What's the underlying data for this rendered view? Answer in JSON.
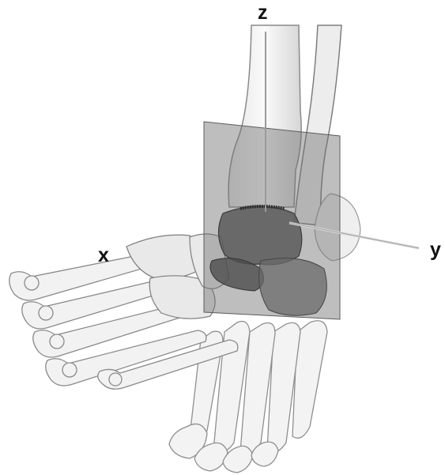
{
  "figure": {
    "axes": {
      "z": "z",
      "x": "x",
      "y": "y"
    },
    "colors": {
      "background": "#ffffff",
      "bone_fill": "#f2f2f2",
      "bone_stroke": "#8a8a8a",
      "plane_fill": "#6e6e6e",
      "talus_fill": "#5a5a5a",
      "axis_line": "#9a9a9a"
    },
    "icons": [
      "tibia-bone",
      "fibula-bone",
      "talus-bone",
      "metatarsal-bones",
      "toe-phalanges",
      "sagittal-plane"
    ]
  }
}
